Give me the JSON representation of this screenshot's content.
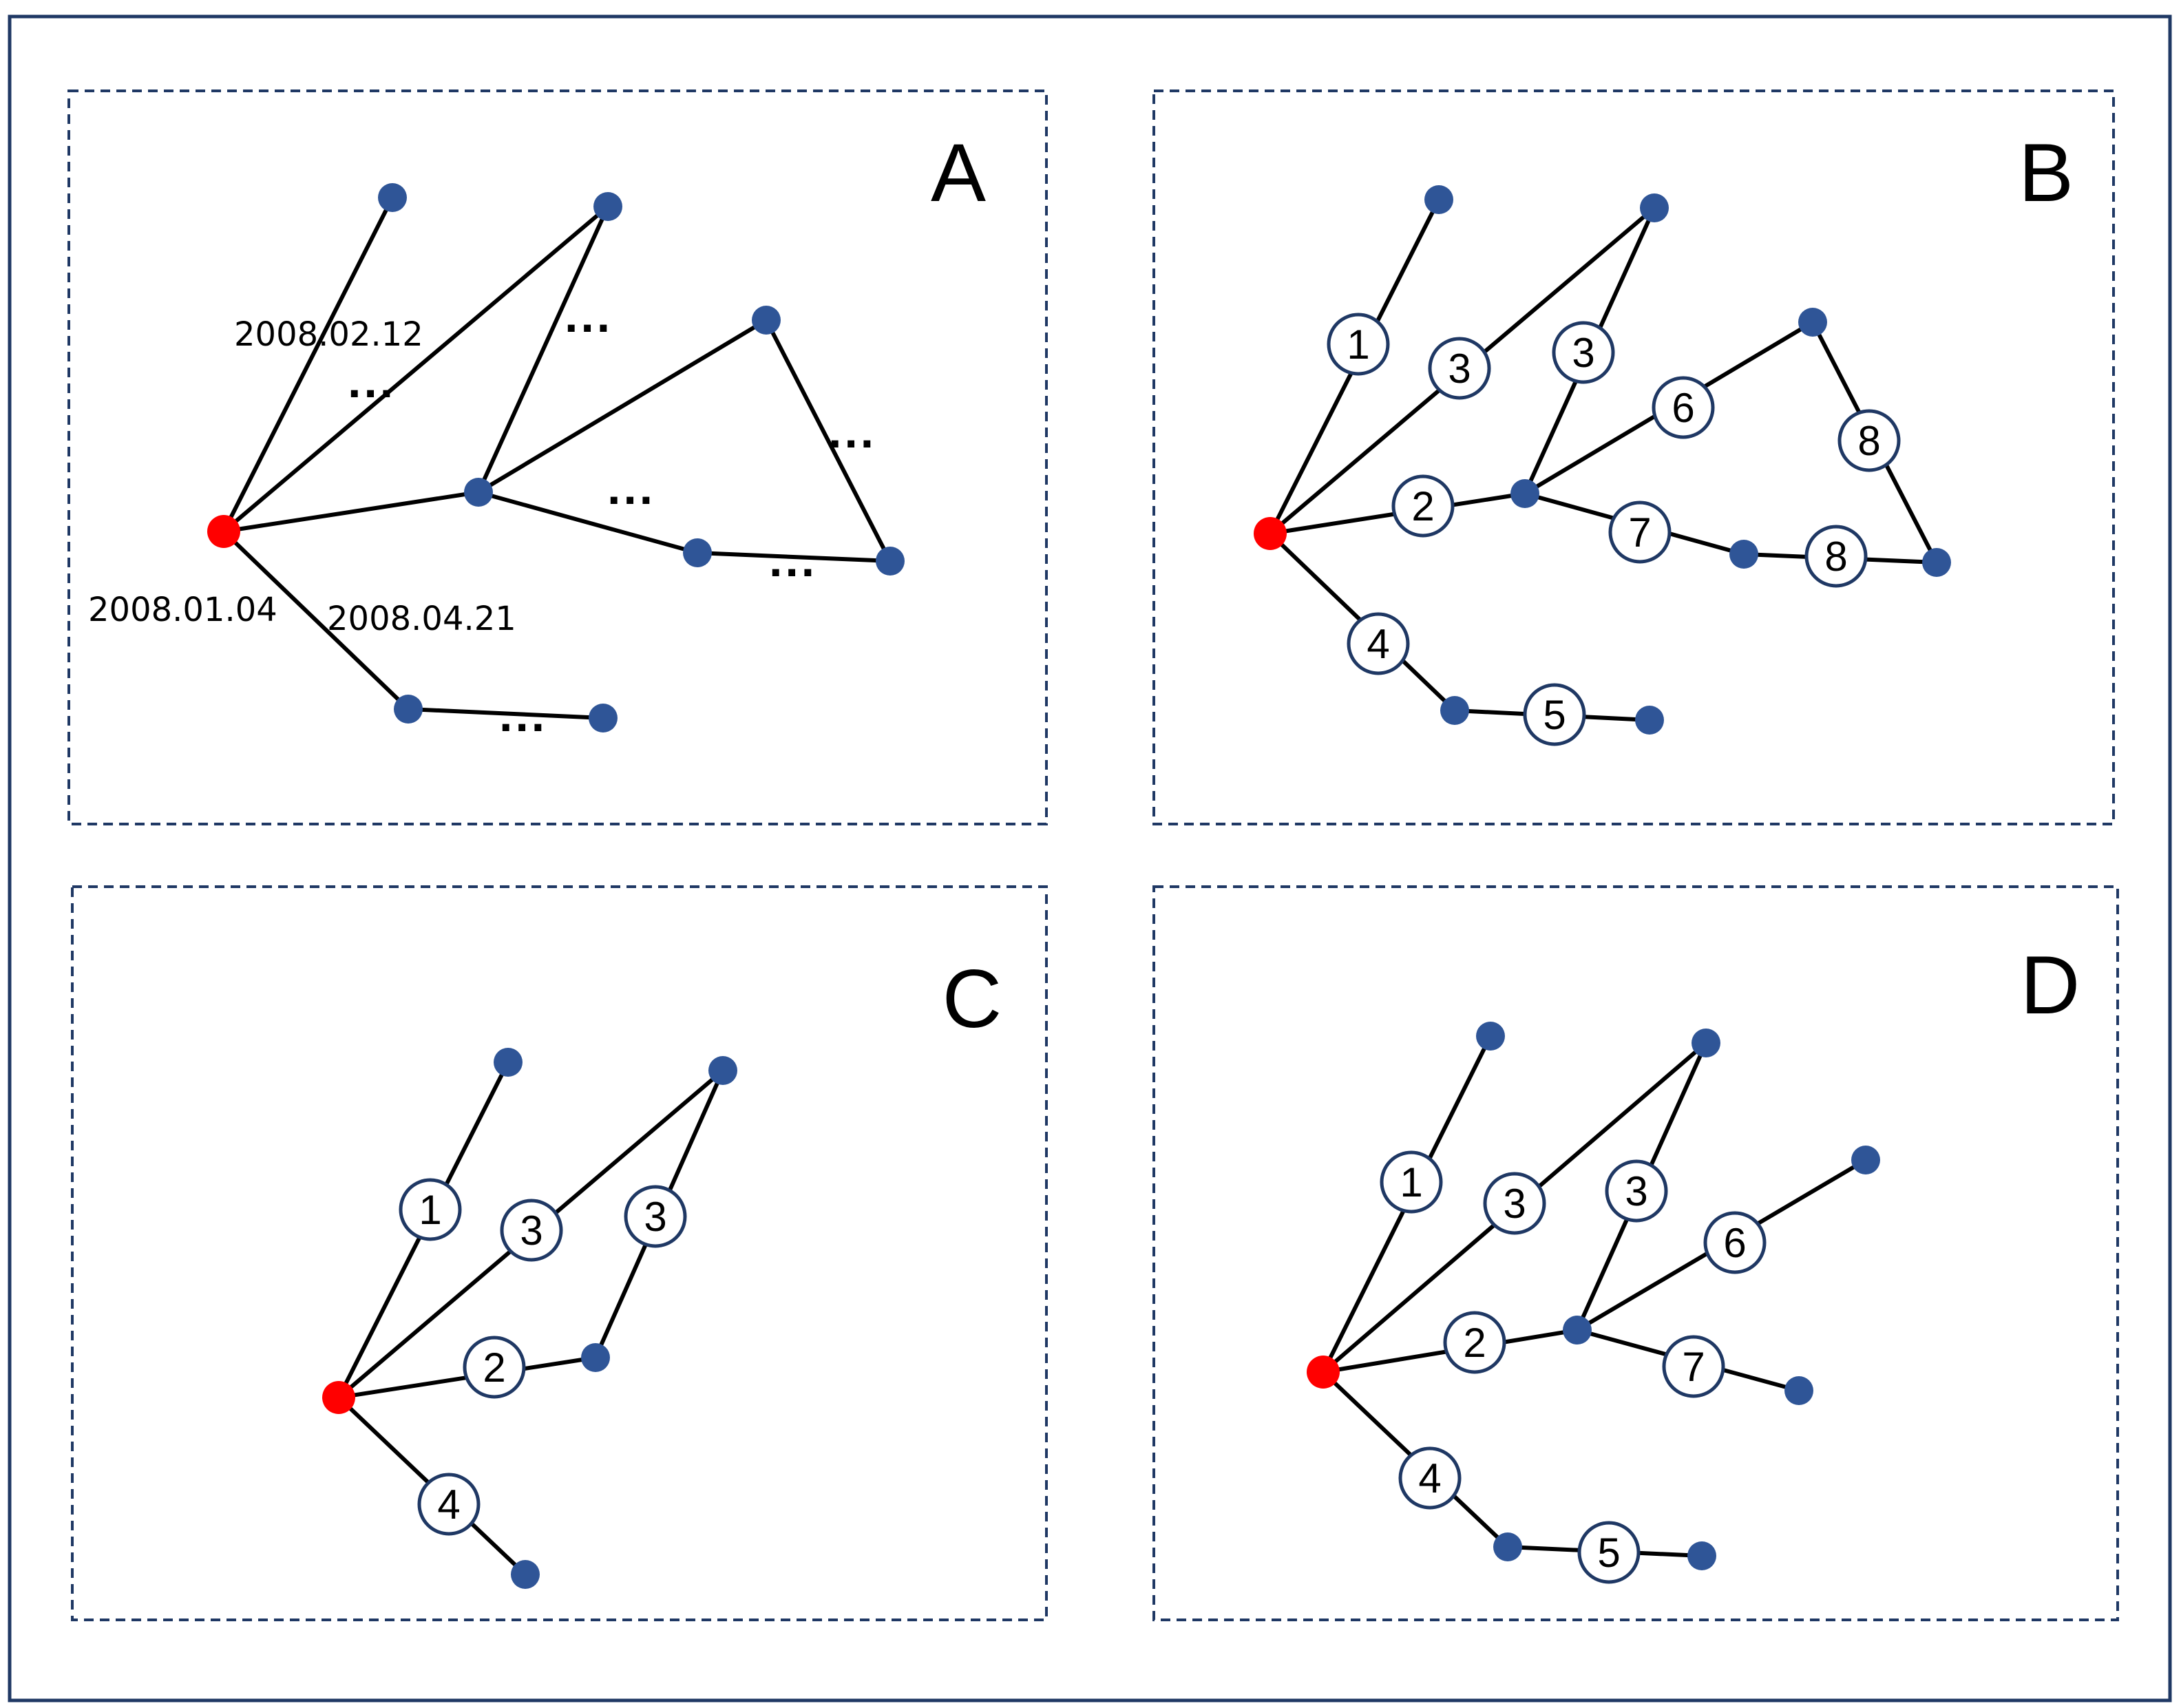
{
  "colors": {
    "frame": "#1f3864",
    "panel_border": "#1f3864",
    "edge": "#000000",
    "node": "#2f5597",
    "root": "#ff0000",
    "badge_fill": "#ffffff",
    "badge_stroke": "#1f3864"
  },
  "panels": {
    "A": {
      "letter": "A",
      "dates": [
        "2008.02.12",
        "2008.01.04",
        "2008.04.21"
      ],
      "ellipses": [
        "···",
        "···",
        "···",
        "···",
        "···",
        "···"
      ]
    },
    "B": {
      "letter": "B",
      "badges": [
        "1",
        "3",
        "3",
        "6",
        "8",
        "2",
        "7",
        "8",
        "4",
        "5"
      ]
    },
    "C": {
      "letter": "C",
      "badges": [
        "1",
        "3",
        "3",
        "2",
        "4"
      ]
    },
    "D": {
      "letter": "D",
      "badges": [
        "1",
        "3",
        "3",
        "6",
        "2",
        "7",
        "4",
        "5"
      ]
    }
  }
}
